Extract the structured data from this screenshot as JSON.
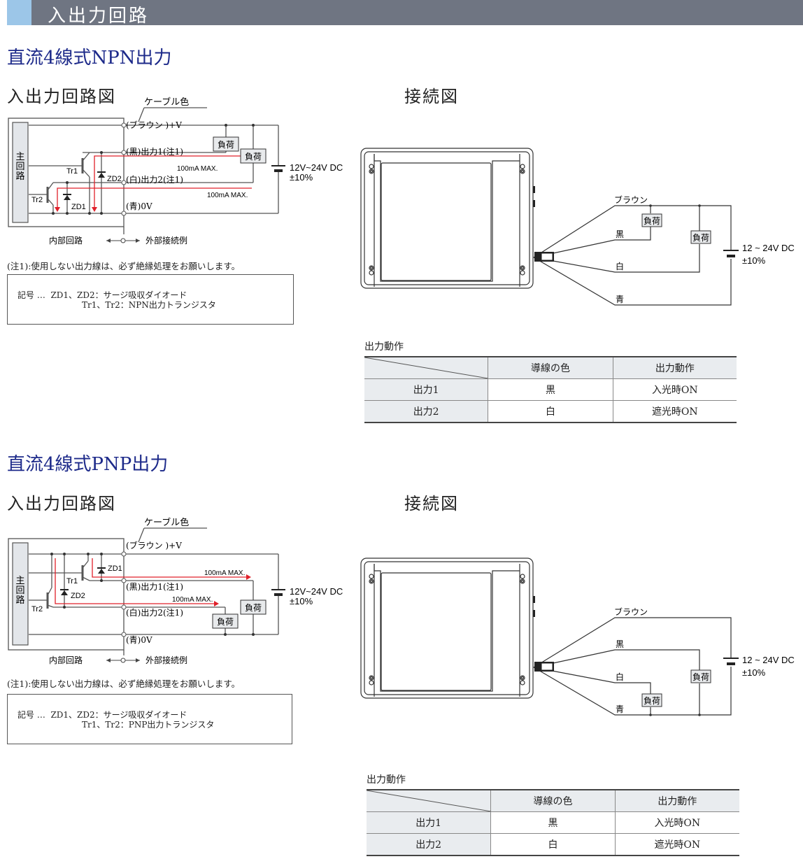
{
  "banner": {
    "title": "入出力回路"
  },
  "sections": [
    {
      "title": "直流4線式NPN出力",
      "circuit_title": "入出力回路図",
      "connection_title": "接続図",
      "cable_color_label": "ケーブル色",
      "wires": {
        "brown": "(ブラウン )+V",
        "black": "(黒)出力1(注1)",
        "white": "(白)出力2(注1)",
        "blue": "(青)0V"
      },
      "main_circuit": "主回路",
      "tr1": "Tr1",
      "tr2": "Tr2",
      "zd1": "ZD1",
      "zd2": "ZD2",
      "max_current_1": "100mA MAX.",
      "max_current_2": "100mA MAX.",
      "load": "負荷",
      "supply_line1": "12V~24V  DC",
      "supply_line2": "±10%",
      "internal_label": "内部回路",
      "external_label": "外部接続例",
      "footnote": "(注1):使用しない出力線は、必ず絶縁処理をお願いします。",
      "legend_line1": "記号 …  ZD1、ZD2：サージ吸収ダイオード",
      "legend_line2": "Tr1、Tr2：NPN出力トランジスタ",
      "conn": {
        "brown": "ブラウン",
        "black": "黒",
        "white": "白",
        "blue": "青",
        "load": "負荷",
        "supply_line1": "12 ~ 24V DC",
        "supply_line2": "±10%"
      },
      "table": {
        "label": "出力動作",
        "headers": [
          "",
          "導線の色",
          "出力動作"
        ],
        "rows": [
          [
            "出力1",
            "黒",
            "入光時ON"
          ],
          [
            "出力2",
            "白",
            "遮光時ON"
          ]
        ]
      }
    },
    {
      "title": "直流4線式PNP出力",
      "circuit_title": "入出力回路図",
      "connection_title": "接続図",
      "cable_color_label": "ケーブル色",
      "wires": {
        "brown": "(ブラウン )+V",
        "black": "(黒)出力1(注1)",
        "white": "(白)出力2(注1)",
        "blue": "(青)0V"
      },
      "main_circuit": "主回路",
      "tr1": "Tr1",
      "tr2": "Tr2",
      "zd1": "ZD1",
      "zd2": "ZD2",
      "max_current_1": "100mA MAX.",
      "max_current_2": "100mA MAX.",
      "load": "負荷",
      "supply_line1": "12V~24V  DC",
      "supply_line2": "±10%",
      "internal_label": "内部回路",
      "external_label": "外部接続例",
      "footnote": "(注1):使用しない出力線は、必ず絶縁処理をお願いします。",
      "legend_line1": "記号 …  ZD1、ZD2：サージ吸収ダイオード",
      "legend_line2": "Tr1、Tr2：PNP出力トランジスタ",
      "conn": {
        "brown": "ブラウン",
        "black": "黒",
        "white": "白",
        "blue": "青",
        "load": "負荷",
        "supply_line1": "12 ~ 24V DC",
        "supply_line2": "±10%"
      },
      "table": {
        "label": "出力動作",
        "headers": [
          "",
          "導線の色",
          "出力動作"
        ],
        "rows": [
          [
            "出力1",
            "黒",
            "入光時ON"
          ],
          [
            "出力2",
            "白",
            "遮光時ON"
          ]
        ]
      }
    }
  ],
  "colors": {
    "title_blue": "#1d2a8a",
    "banner_gray": "#6f7582",
    "banner_accent": "#9cc6e8",
    "current_red": "#e0202a",
    "table_head": "#e9ecef"
  }
}
